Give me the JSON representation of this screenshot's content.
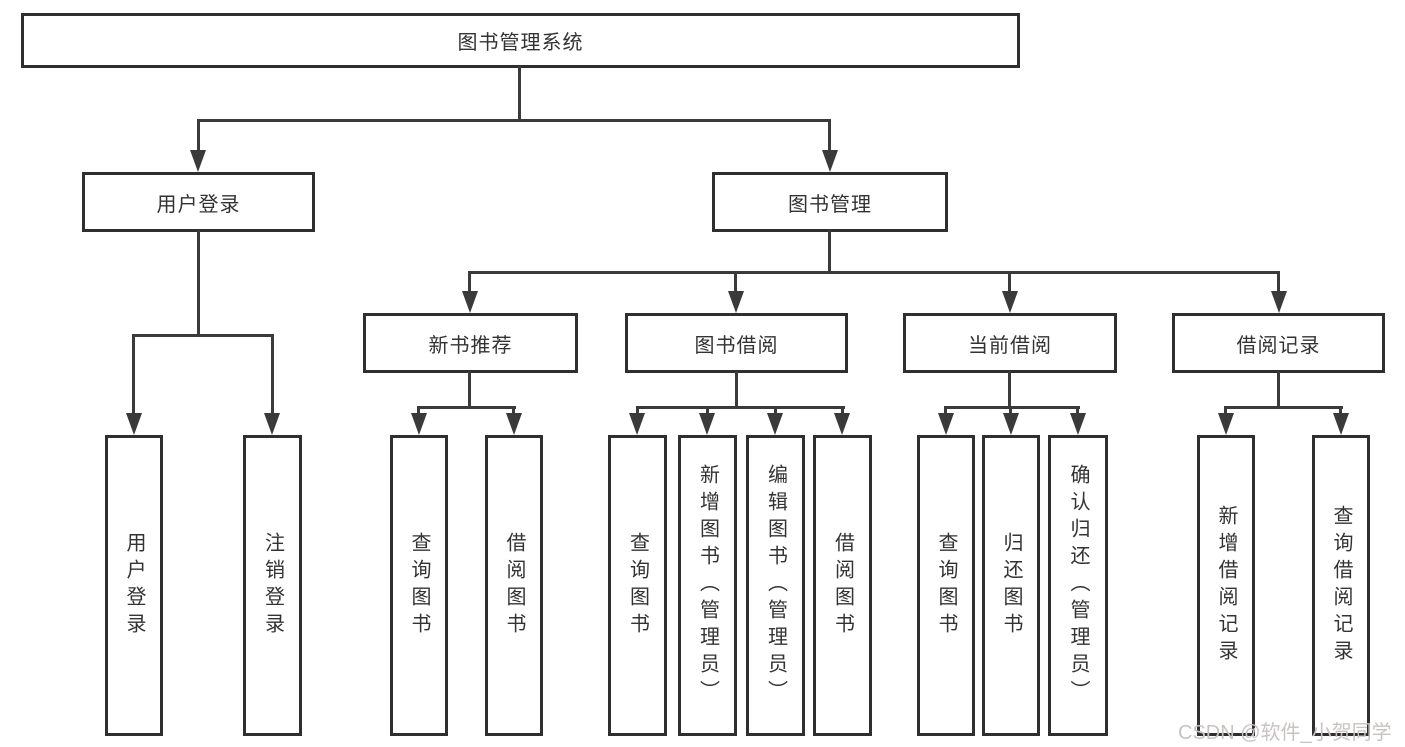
{
  "diagram_type": "hierarchy-tree",
  "nodes": {
    "root": "图书管理系统",
    "user_login": "用户登录",
    "book_mgmt": "图书管理",
    "new_book_rec": "新书推荐",
    "book_borrow": "图书借阅",
    "current_borrow": "当前借阅",
    "borrow_record": "借阅记录",
    "leaf_user_login": "用户登录",
    "leaf_logout": "注销登录",
    "leaf_nbr_query": "查询图书",
    "leaf_nbr_borrow": "借阅图书",
    "leaf_bb_query": "查询图书",
    "leaf_bb_add": "新增图书（管理员）",
    "leaf_bb_edit": "编辑图书（管理员）",
    "leaf_bb_borrow": "借阅图书",
    "leaf_cb_query": "查询图书",
    "leaf_cb_return": "归还图书",
    "leaf_cb_confirm": "确认归还（管理员）",
    "leaf_br_add": "新增借阅记录",
    "leaf_br_query": "查询借阅记录"
  },
  "hierarchy": {
    "label": "图书管理系统",
    "children": [
      {
        "label": "用户登录",
        "children": [
          {
            "label": "用户登录"
          },
          {
            "label": "注销登录"
          }
        ]
      },
      {
        "label": "图书管理",
        "children": [
          {
            "label": "新书推荐",
            "children": [
              {
                "label": "查询图书"
              },
              {
                "label": "借阅图书"
              }
            ]
          },
          {
            "label": "图书借阅",
            "children": [
              {
                "label": "查询图书"
              },
              {
                "label": "新增图书（管理员）"
              },
              {
                "label": "编辑图书（管理员）"
              },
              {
                "label": "借阅图书"
              }
            ]
          },
          {
            "label": "当前借阅",
            "children": [
              {
                "label": "查询图书"
              },
              {
                "label": "归还图书"
              },
              {
                "label": "确认归还（管理员）"
              }
            ]
          },
          {
            "label": "借阅记录",
            "children": [
              {
                "label": "新增借阅记录"
              },
              {
                "label": "查询借阅记录"
              }
            ]
          }
        ]
      }
    ]
  },
  "watermark": {
    "text": "CSDN @软件_小贺同学",
    "color": "#c9c2c2"
  },
  "colors": {
    "line": "#3a3a3a",
    "box_border": "#2f2f2f",
    "box_fill": "#ffffff",
    "text": "#333333",
    "background": "#ffffff"
  }
}
